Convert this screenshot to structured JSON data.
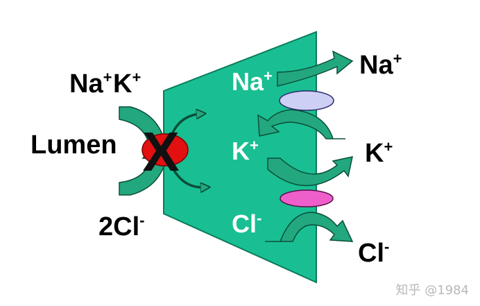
{
  "colors": {
    "cell": "#19bf92",
    "cell_stroke": "#0d7a5b",
    "arrow": "#23a77e",
    "arrow_stroke": "#0a4e3a",
    "blocked_channel": "#e21010",
    "na_k_pump": "#cdd0f4",
    "k_cl_transporter": "#ee5fcc",
    "block_mark": "#111111",
    "label_on_cell": "#ffffff",
    "label_outside": "#000000"
  },
  "labels": {
    "lumen": "Lumen",
    "lumen_na": "Na",
    "lumen_na_sup": "+",
    "lumen_k": "K",
    "lumen_k_sup": "+",
    "lumen_cl": "2Cl",
    "lumen_cl_sup": "-",
    "block_mark": "X",
    "cell_na": "Na",
    "cell_na_sup": "+",
    "cell_k": "K",
    "cell_k_sup": "+",
    "cell_cl": "Cl",
    "cell_cl_sup": "-",
    "out_na": "Na",
    "out_na_sup": "+",
    "out_k": "K",
    "out_k_sup": "+",
    "out_cl": "Cl",
    "out_cl_sup": "-"
  },
  "watermark": "知乎 @1984"
}
